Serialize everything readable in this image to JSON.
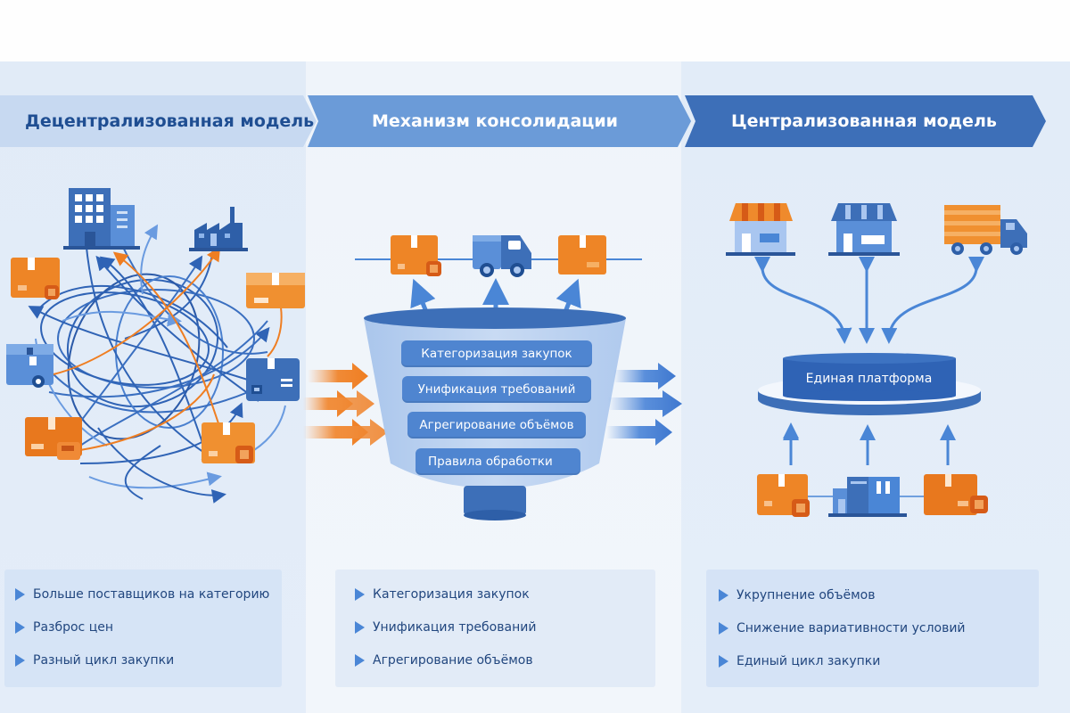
{
  "sections": {
    "decentralized": {
      "title": "Децентрализованная модель",
      "bullets": [
        "Больше поставщиков на категорию",
        "Разброс цен",
        "Разный цикл закупки"
      ]
    },
    "consolidation": {
      "title": "Механизм консолидации",
      "funnel_layers": [
        "Категоризация закупок",
        "Унификация требований",
        "Агрегирование объёмов",
        "Правила обработки"
      ],
      "bullets": [
        "Категоризация закупок",
        "Унификация требований",
        "Агрегирование объёмов"
      ]
    },
    "centralized": {
      "title": "Централизованная модель",
      "platform_label": "Единая платформа",
      "bullets": [
        "Укрупнение объёмов",
        "Снижение вариативности условий",
        "Единый цикл закупки"
      ]
    }
  },
  "colors": {
    "primary_blue": "#3d6fb8",
    "mid_blue": "#6b9bd8",
    "light_blue": "#c7d9f1",
    "accent_orange": "#ef8a2c",
    "text_dark": "#1f4e92"
  }
}
